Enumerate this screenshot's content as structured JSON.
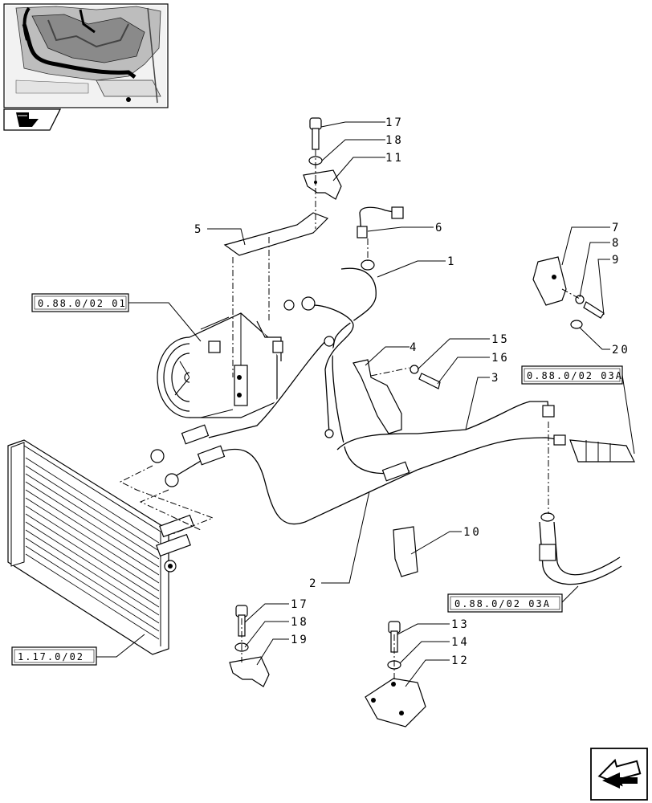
{
  "callouts": [
    {
      "id": "c17a",
      "label": "17"
    },
    {
      "id": "c18a",
      "label": "18"
    },
    {
      "id": "c11",
      "label": "11"
    },
    {
      "id": "c5",
      "label": "5"
    },
    {
      "id": "c6",
      "label": "6"
    },
    {
      "id": "c1",
      "label": "1"
    },
    {
      "id": "c7",
      "label": "7"
    },
    {
      "id": "c8",
      "label": "8"
    },
    {
      "id": "c9",
      "label": "9"
    },
    {
      "id": "c20",
      "label": "20"
    },
    {
      "id": "c4",
      "label": "4"
    },
    {
      "id": "c15",
      "label": "15"
    },
    {
      "id": "c16",
      "label": "16"
    },
    {
      "id": "c3",
      "label": "3"
    },
    {
      "id": "c10",
      "label": "10"
    },
    {
      "id": "c2",
      "label": "2"
    },
    {
      "id": "c17b",
      "label": "17"
    },
    {
      "id": "c18b",
      "label": "18"
    },
    {
      "id": "c19",
      "label": "19"
    },
    {
      "id": "c13",
      "label": "13"
    },
    {
      "id": "c14",
      "label": "14"
    },
    {
      "id": "c12",
      "label": "12"
    }
  ],
  "references": [
    {
      "id": "r1",
      "label": "0.88.0/02 01"
    },
    {
      "id": "r2",
      "label": "0.88.0/02 03A"
    },
    {
      "id": "r3",
      "label": "0.88.0/02 03A"
    },
    {
      "id": "r4",
      "label": "1.17.0/02"
    }
  ],
  "icons": {
    "thumbnail": "tractor-location-thumbnail",
    "book": "book-arrow-icon",
    "nav": "next-page-arrow-icon"
  }
}
